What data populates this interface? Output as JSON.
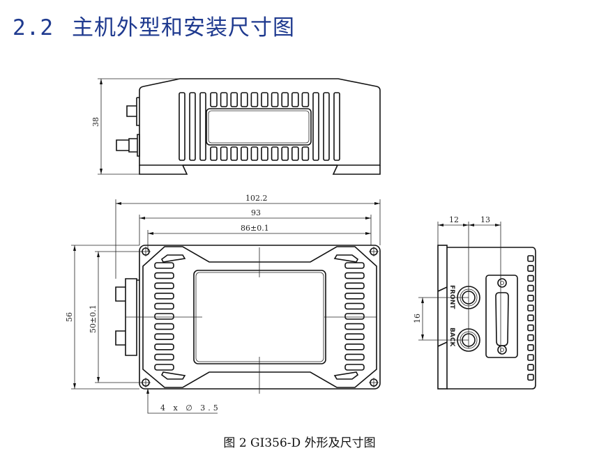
{
  "section": {
    "number": "2.2",
    "title": "主机外型和安装尺寸图"
  },
  "drawing": {
    "top_view": {
      "height_dim": "38"
    },
    "front_view": {
      "overall_width_dim": "102.2",
      "body_width_dim": "93",
      "hole_spacing_x_dim": "86±0.1",
      "height_dim": "56",
      "hole_spacing_y_dim": "50±0.1",
      "hole_note": "4 x ∅ 3.5"
    },
    "side_view": {
      "dim_a": "12",
      "dim_b": "13",
      "connector_spacing_dim": "16",
      "connector_front_label": "FRONT",
      "connector_back_label": "BACK"
    }
  },
  "caption": "图 2 GI356-D 外形及尺寸图"
}
